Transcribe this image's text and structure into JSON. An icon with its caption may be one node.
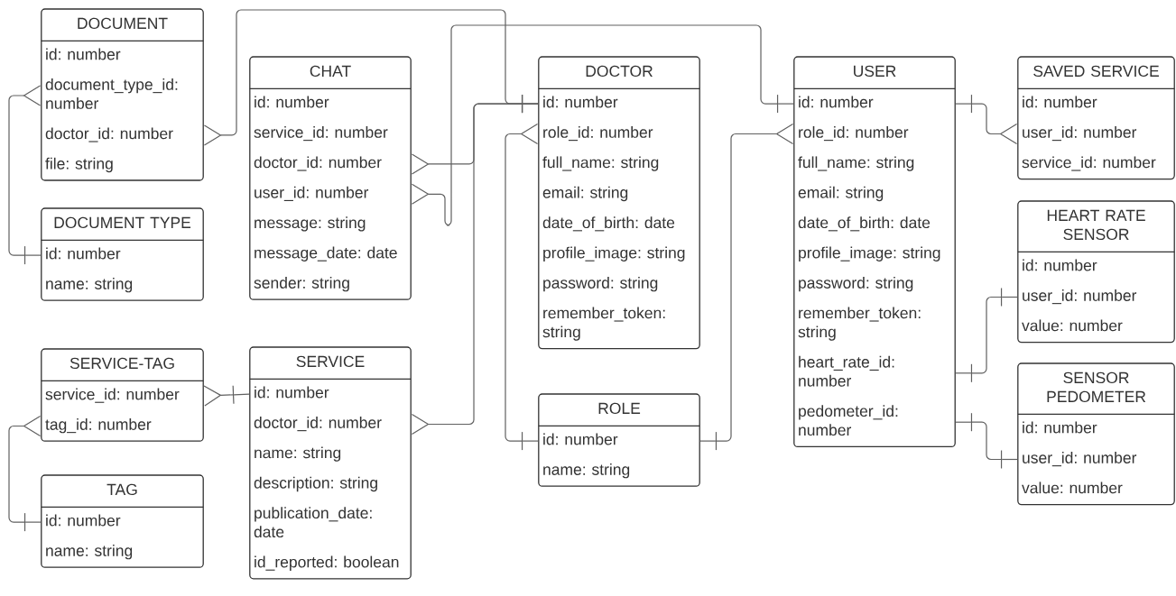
{
  "diagram": {
    "nodes": [
      {
        "text": [
          "DOCUMENT",
          "id: number",
          "document_type_id: number",
          "doctor_id: number",
          "file: string"
        ]
      },
      {
        "text": [
          "CHAT",
          "id: number",
          "service_id: number",
          "doctor_id: number",
          "user_id: number",
          "message: string",
          "message_date: date",
          "sender: string"
        ]
      },
      {
        "text": [
          "DOCTOR",
          "id: number",
          "role_id: number",
          "full_name: string",
          "email: string",
          "date_of_birth: date",
          "profile_image: string",
          "password: string",
          "remember_token: string"
        ]
      },
      {
        "text": [
          "USER",
          "id: number",
          "role_id: number",
          "full_name: string",
          "email: string",
          "date_of_birth: date",
          "profile_image: string",
          "password: string",
          "remember_token: string",
          "heart_rate_id: number",
          "pedometer_id: number"
        ]
      },
      {
        "text": [
          "SAVED SERVICE",
          "id: number",
          "user_id: number",
          "service_id: number"
        ]
      },
      {
        "text": [
          "DOCUMENT TYPE",
          "id: number",
          "name: string"
        ]
      },
      {
        "text": [
          "HEART RATE SENSOR",
          "id: number",
          "user_id: number",
          "value: number"
        ]
      },
      {
        "text": [
          "SERVICE-TAG",
          "service_id: number",
          "tag_id: number"
        ]
      },
      {
        "text": [
          "SERVICE",
          "id: number",
          "doctor_id: number",
          "name: string",
          "description: string",
          "publication_date: date",
          "id_reported: boolean"
        ]
      },
      {
        "text": [
          "ROLE",
          "id: number",
          "name: string"
        ]
      },
      {
        "text": [
          "SENSOR PEDOMETER",
          "id: number",
          "user_id: number",
          "value: number"
        ]
      },
      {
        "text": [
          "TAG",
          "id: number",
          "name: string"
        ]
      }
    ],
    "edges": [
      {
        "from": 0,
        "to": 5,
        "arrow": "other"
      },
      {
        "from": 0,
        "to": 2,
        "arrow": "other"
      },
      {
        "from": 1,
        "to": 2,
        "arrow": "other"
      },
      {
        "from": 1,
        "to": 3,
        "arrow": "other"
      },
      {
        "from": 8,
        "to": 2,
        "arrow": "other"
      },
      {
        "from": 2,
        "to": 9,
        "arrow": "other"
      },
      {
        "from": 3,
        "to": 9,
        "arrow": "other"
      },
      {
        "from": 4,
        "to": 3,
        "arrow": "other"
      },
      {
        "from": 3,
        "to": 6,
        "arrow": "other"
      },
      {
        "from": 3,
        "to": 10,
        "arrow": "other"
      },
      {
        "from": 7,
        "to": 8,
        "arrow": "other"
      },
      {
        "from": 7,
        "to": 11,
        "arrow": "other"
      }
    ]
  }
}
